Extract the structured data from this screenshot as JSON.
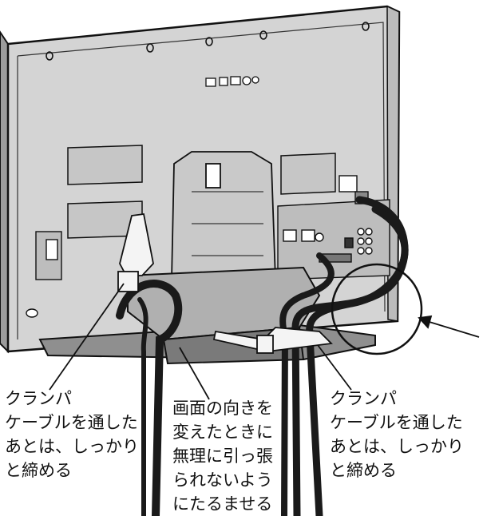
{
  "figure": {
    "alt_caption": ""
  },
  "callouts": {
    "left": {
      "line1": "クランパ",
      "line2": "ケーブルを通した",
      "line3": "あとは、しっかり",
      "line4": "と締める"
    },
    "center": {
      "line1": "画面の向きを",
      "line2": "変えたときに",
      "line3": "無理に引っ張",
      "line4": "られないよう",
      "line5": "にたるませる"
    },
    "right": {
      "line1": "クランパ",
      "line2": "ケーブルを通した",
      "line3": "あとは、しっかり",
      "line4": "と締める"
    }
  },
  "colors": {
    "line": "#111111",
    "panel_back": "#d4d4d4",
    "panel_shadow": "#9c9c9c",
    "stand": "#8f8f8f",
    "cable": "#1a1a1a",
    "clamp": "#f4f4f4"
  }
}
